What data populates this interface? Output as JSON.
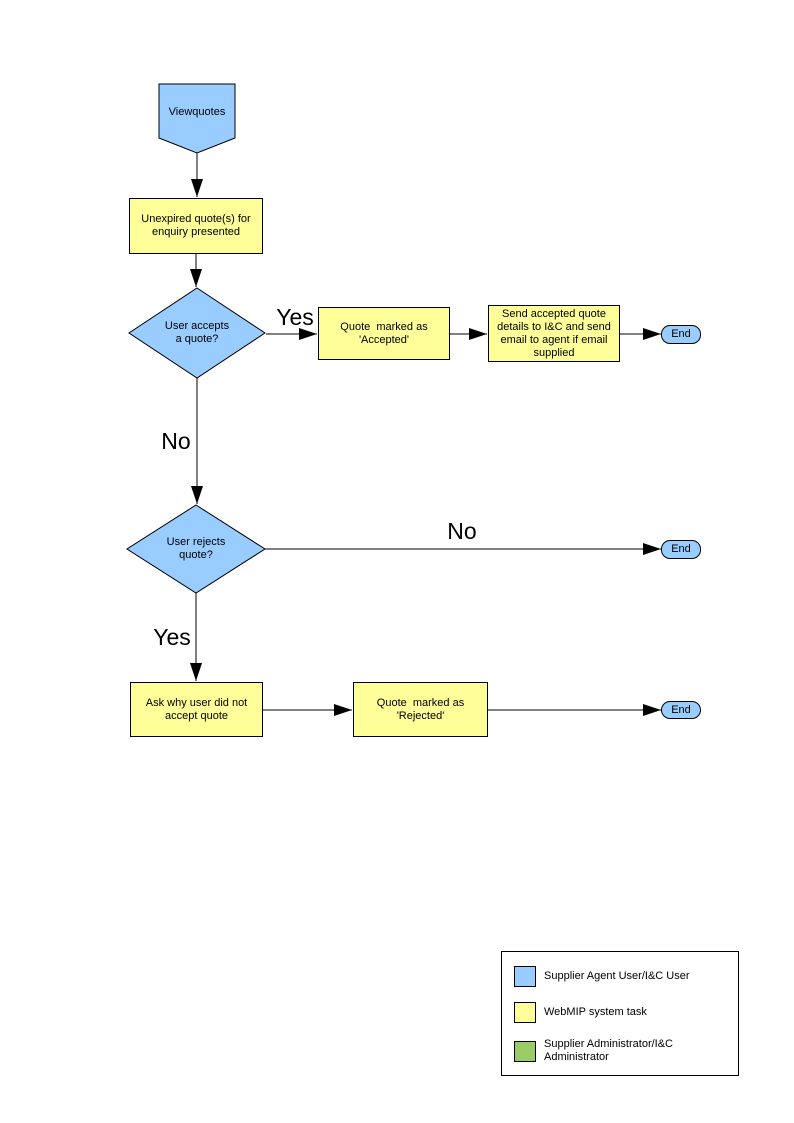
{
  "flowchart": {
    "nodes": {
      "start": {
        "label": "Viewquotes"
      },
      "unexpired": {
        "label": "Unexpired quote(s) for\nenquiry presented"
      },
      "accept_decision": {
        "label": "User accepts\na quote?"
      },
      "marked_accepted": {
        "label": "Quote  marked as\n'Accepted'"
      },
      "send_details": {
        "label": "Send accepted quote\ndetails to I&C and send\nemail to agent if email\nsupplied"
      },
      "end_accepted": {
        "label": "End"
      },
      "reject_decision": {
        "label": "User rejects\nquote?"
      },
      "end_not_rejected": {
        "label": "End"
      },
      "ask_why": {
        "label": "Ask why user did not\naccept quote"
      },
      "marked_rejected": {
        "label": "Quote  marked as\n'Rejected'"
      },
      "end_rejected": {
        "label": "End"
      }
    },
    "edge_labels": {
      "accept_yes": "Yes",
      "accept_no": "No",
      "reject_no": "No",
      "reject_yes": "Yes"
    },
    "colors": {
      "actor_fill": "#99CCFF",
      "task_fill": "#FFFF99",
      "admin_fill": "#99CC66",
      "line": "#000000"
    }
  },
  "legend": {
    "items": [
      {
        "label": "Supplier Agent User/I&C User",
        "color": "#99CCFF"
      },
      {
        "label": "WebMIP system task",
        "color": "#FFFF99"
      },
      {
        "label": "Supplier Administrator/I&C\nAdministrator",
        "color": "#99CC66"
      }
    ]
  }
}
